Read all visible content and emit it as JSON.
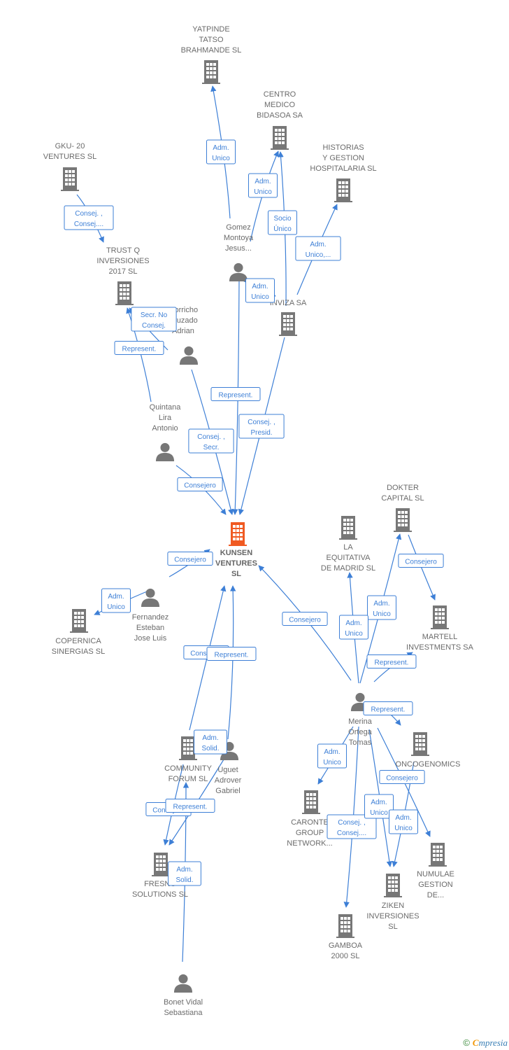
{
  "colors": {
    "node": "#777777",
    "focus": "#f05a22",
    "edge": "#3d7fd6"
  },
  "nodes": [
    {
      "id": "kunsen",
      "type": "company",
      "focus": true,
      "lines": [
        "KUNSEN",
        "VENTURES",
        "SL"
      ]
    },
    {
      "id": "yatpinde",
      "type": "company",
      "lines": [
        "YATPINDE",
        "TATSO",
        "BRAHMANDE SL"
      ]
    },
    {
      "id": "centro",
      "type": "company",
      "lines": [
        "CENTRO",
        "MEDICO",
        "BIDASOA SA"
      ]
    },
    {
      "id": "historias",
      "type": "company",
      "lines": [
        "HISTORIAS",
        "Y GESTION",
        "HOSPITALARIA SL"
      ]
    },
    {
      "id": "gku",
      "type": "company",
      "lines": [
        "GKU- 20",
        "VENTURES  SL"
      ]
    },
    {
      "id": "trustq",
      "type": "company",
      "lines": [
        "TRUST Q",
        "INVERSIONES",
        "2017  SL"
      ]
    },
    {
      "id": "gomez",
      "type": "person",
      "lines": [
        "Gomez",
        "Montoya",
        "Jesus..."
      ]
    },
    {
      "id": "inviza",
      "type": "company",
      "lines": [
        "INVIZA SA"
      ]
    },
    {
      "id": "gorricho",
      "type": "person",
      "lines": [
        "Gorricho",
        "Cruzado",
        "Adrian"
      ]
    },
    {
      "id": "quintana",
      "type": "person",
      "lines": [
        "Quintana",
        "Lira",
        "Antonio"
      ]
    },
    {
      "id": "dokter",
      "type": "company",
      "lines": [
        "DOKTER",
        "CAPITAL  SL"
      ]
    },
    {
      "id": "equitativa",
      "type": "company",
      "lines": [
        "LA",
        "EQUITATIVA",
        "DE MADRID  SL"
      ]
    },
    {
      "id": "martell",
      "type": "company",
      "lines": [
        "MARTELL",
        "INVESTMENTS SA"
      ]
    },
    {
      "id": "fernandez",
      "type": "person",
      "lines": [
        "Fernandez",
        "Esteban",
        "Jose Luis"
      ]
    },
    {
      "id": "copernica",
      "type": "company",
      "lines": [
        "COPERNICA",
        "SINERGIAS SL"
      ]
    },
    {
      "id": "merina",
      "type": "person",
      "lines": [
        "Merina",
        "Ortega",
        "Tomas"
      ]
    },
    {
      "id": "oncogenomics",
      "type": "company",
      "lines": [
        "ONCOGENOMICS"
      ]
    },
    {
      "id": "community",
      "type": "company",
      "lines": [
        "COMMUNITY",
        "FORUM SL"
      ]
    },
    {
      "id": "uguet",
      "type": "person",
      "lines": [
        "Uguet",
        "Adrover",
        "Gabriel"
      ]
    },
    {
      "id": "caronte",
      "type": "company",
      "lines": [
        "CARONTE",
        "GROUP",
        "NETWORK..."
      ]
    },
    {
      "id": "numulae",
      "type": "company",
      "lines": [
        "NUMULAE",
        "GESTION",
        "DE..."
      ]
    },
    {
      "id": "ziken",
      "type": "company",
      "lines": [
        "ZIKEN",
        "INVERSIONES",
        "SL"
      ]
    },
    {
      "id": "fresno",
      "type": "company",
      "lines": [
        "FRESNO",
        "SOLUTIONS  SL"
      ]
    },
    {
      "id": "gamboa",
      "type": "company",
      "lines": [
        "GAMBOA",
        "2000 SL"
      ]
    },
    {
      "id": "bonet",
      "type": "person",
      "lines": [
        "Bonet Vidal",
        "Sebastiana"
      ]
    }
  ],
  "edges": [
    {
      "from": "gomez",
      "to": "yatpinde",
      "lines": [
        "Adm.",
        "Unico"
      ]
    },
    {
      "from": "gomez",
      "to": "centro",
      "lines": [
        "Adm.",
        "Unico"
      ]
    },
    {
      "from": "inviza",
      "to": "centro",
      "lines": [
        "Socio",
        "Único"
      ]
    },
    {
      "from": "inviza",
      "to": "historias",
      "lines": [
        "Adm.",
        "Unico,..."
      ]
    },
    {
      "from": "gomez",
      "to": "inviza",
      "lines": [
        "Adm.",
        "Unico"
      ]
    },
    {
      "from": "gku",
      "to": "trustq",
      "lines": [
        "Consej. ,",
        "Consej...."
      ]
    },
    {
      "from": "gorricho",
      "to": "trustq",
      "lines": [
        "Secr.  No",
        "Consej."
      ]
    },
    {
      "from": "quintana",
      "to": "trustq",
      "lines": [
        "Represent."
      ]
    },
    {
      "from": "gomez",
      "to": "kunsen",
      "lines": [
        "Represent."
      ]
    },
    {
      "from": "inviza",
      "to": "kunsen",
      "lines": [
        "Consej. ,",
        "Presid."
      ]
    },
    {
      "from": "gorricho",
      "to": "kunsen",
      "lines": [
        "Consej. ,",
        "Secr."
      ]
    },
    {
      "from": "quintana",
      "to": "kunsen",
      "lines": [
        "Consejero"
      ]
    },
    {
      "from": "fernandez",
      "to": "kunsen",
      "lines": [
        "Consejero"
      ]
    },
    {
      "from": "fernandez",
      "to": "copernica",
      "lines": [
        "Adm.",
        "Unico"
      ]
    },
    {
      "from": "merina",
      "to": "kunsen",
      "lines": [
        "Consejero"
      ]
    },
    {
      "from": "dokter",
      "to": "martell",
      "lines": [
        "Consejero"
      ]
    },
    {
      "from": "merina",
      "to": "dokter",
      "lines": [
        "Adm.",
        "Unico"
      ]
    },
    {
      "from": "merina",
      "to": "equitativa",
      "lines": [
        "Adm.",
        "Unico"
      ]
    },
    {
      "from": "merina",
      "to": "martell",
      "lines": [
        "Represent."
      ]
    },
    {
      "from": "merina",
      "to": "oncogenomics",
      "lines": [
        "Represent."
      ]
    },
    {
      "from": "community",
      "to": "kunsen",
      "lines": [
        "Consejero"
      ]
    },
    {
      "from": "uguet",
      "to": "kunsen",
      "lines": [
        "Represent."
      ]
    },
    {
      "from": "uguet",
      "to": "community",
      "lines": [
        "Adm.",
        "Solid."
      ]
    },
    {
      "from": "community",
      "to": "fresno",
      "lines": [
        "Consejero"
      ]
    },
    {
      "from": "uguet",
      "to": "fresno",
      "lines": [
        "Represent."
      ]
    },
    {
      "from": "bonet",
      "to": "community",
      "lines": [
        "Adm.",
        "Solid."
      ]
    },
    {
      "from": "merina",
      "to": "caronte",
      "lines": [
        "Adm.",
        "Unico"
      ]
    },
    {
      "from": "merina",
      "to": "gamboa",
      "lines": [
        "Consej. ,",
        "Consej...."
      ]
    },
    {
      "from": "merina",
      "to": "ziken",
      "lines": [
        "Adm.",
        "Unico"
      ]
    },
    {
      "from": "oncogenomics",
      "to": "ziken",
      "lines": [
        "Consejero"
      ]
    },
    {
      "from": "merina",
      "to": "numulae",
      "lines": [
        "Adm.",
        "Unico"
      ]
    }
  ],
  "footer": {
    "copyright": "©",
    "brand_first": "C",
    "brand_rest": "mpresia"
  }
}
